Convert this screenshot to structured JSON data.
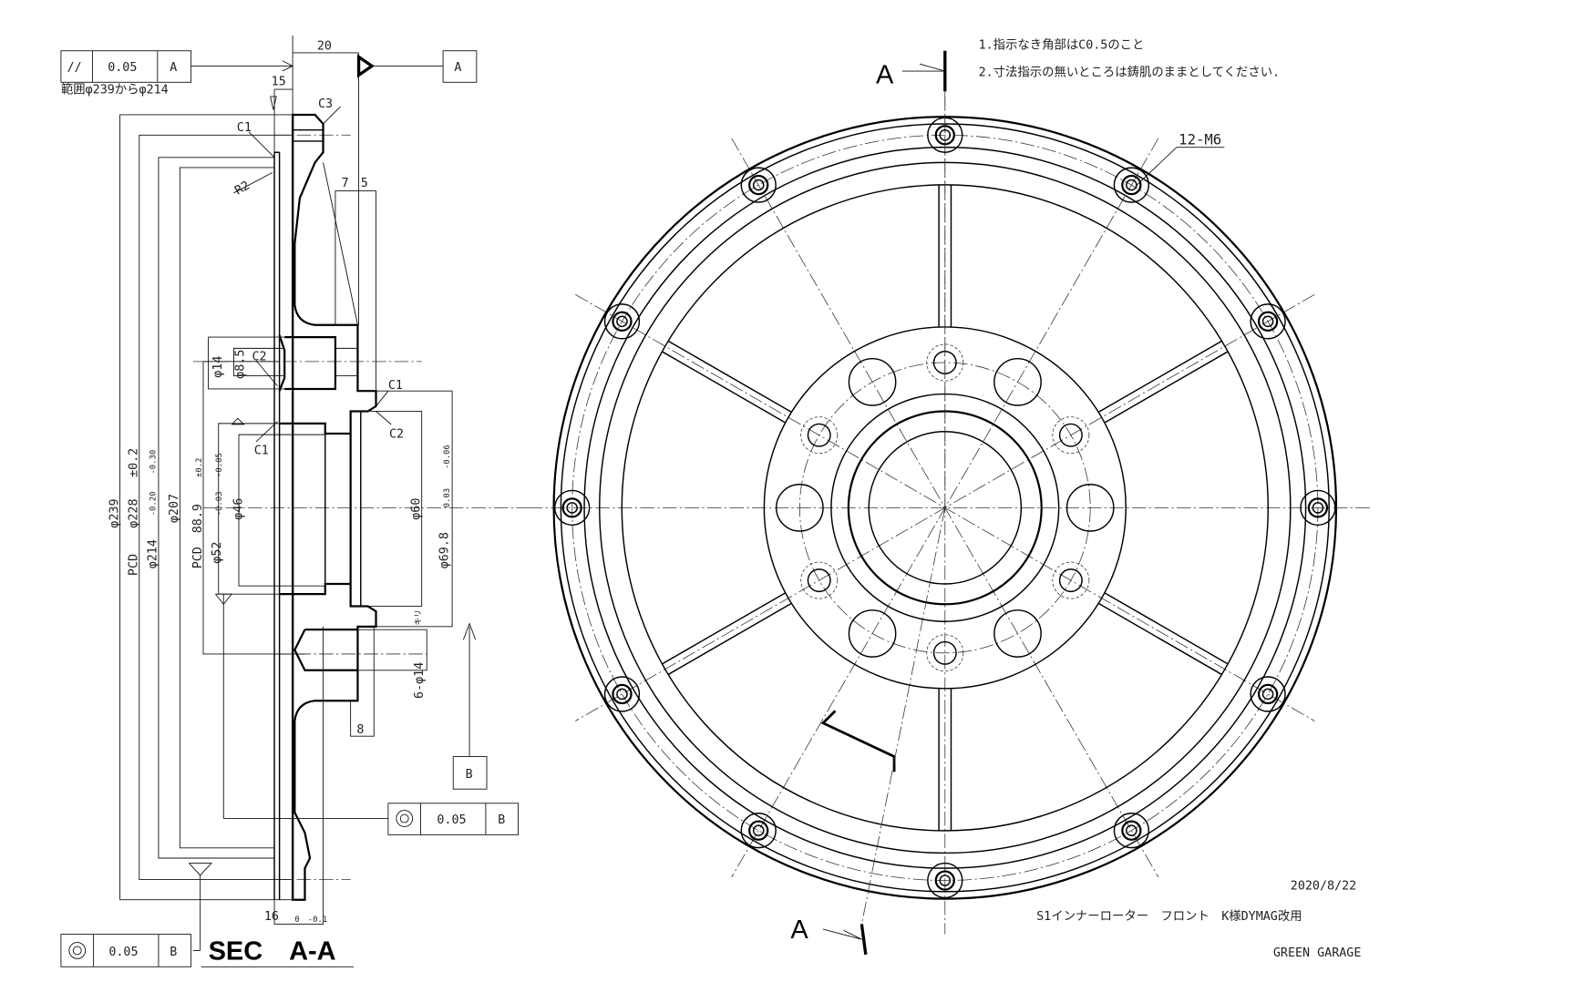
{
  "notes": [
    "1.指示なき角部はC0.5のこと",
    "2.寸法指示の無いところは鋳肌のままとしてください."
  ],
  "title_block": {
    "date": "2020/8/22",
    "part_name": "S1インナーローター　フロント　K様DYMAG改用",
    "company": "GREEN GARAGE"
  },
  "section_title": "SEC　A-A",
  "fcf": {
    "parallel": {
      "symbol": "//",
      "tolerance": "0.05",
      "datum": "A",
      "range_note": "範囲φ239からφ214"
    },
    "concentric_mid": {
      "tolerance": "0.05",
      "datum": "B"
    },
    "concentric_bottom": {
      "tolerance": "0.05",
      "datum": "B"
    }
  },
  "datums": {
    "a": "A",
    "b": "B"
  },
  "front_view": {
    "cut_label_top": "A",
    "cut_label_bottom": "A",
    "bolt_callout": "12-M6",
    "outer_bolt_count": 12,
    "hub_hole_count": 12
  },
  "dims": {
    "d20": "20",
    "d15": "15",
    "c3": "C3",
    "c1_top": "C1",
    "r2": "R2",
    "d7": "7",
    "d5": "5",
    "phi14": "φ14",
    "phi8_5": "φ8.5",
    "c2_a": "C2",
    "c1_mid": "C1",
    "c2_b": "C2",
    "c1_low": "C1",
    "phi239": "φ239",
    "pcd1": "PCD",
    "phi228": "φ228",
    "tol_pm02": "±0.2",
    "tol_m020": "-0.20",
    "tol_m030": "-0.30",
    "phi214": "φ214",
    "phi207": "φ207",
    "pcd2": "PCD",
    "d88_9": "88.9",
    "tol_pm02_b": "±0.2",
    "phi52": "φ52",
    "tol_m003": "-0.03",
    "tol_m005": "-0.05",
    "phi46": "φ46",
    "phi60": "φ60",
    "phi69_8": "φ69.8",
    "tol_p003": "0.03",
    "tol_m006": "-0.06",
    "holes": "6-φ14",
    "kiri": "キリ",
    "d8": "8",
    "d16": "16",
    "tol_0": "0",
    "tol_m01": "-0.1"
  }
}
